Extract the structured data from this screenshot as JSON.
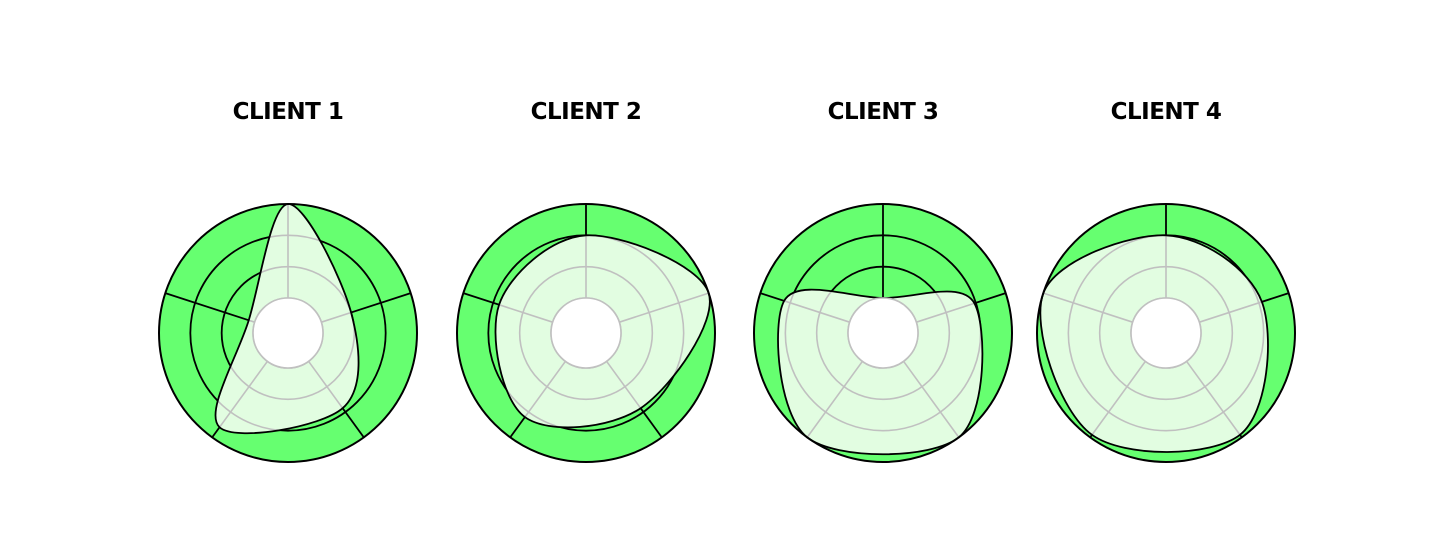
{
  "chart_data": [
    {
      "type": "radar",
      "title": "CLIENT 1",
      "axes": 5,
      "rings": 3,
      "inner_hole": true,
      "values": [
        3,
        1,
        1.85,
        2.6,
        0.2
      ]
    },
    {
      "type": "radar",
      "title": "CLIENT 2",
      "axes": 5,
      "rings": 3,
      "inner_hole": true,
      "values": [
        2,
        3,
        1.85,
        2.2,
        1.8
      ]
    },
    {
      "type": "radar",
      "title": "CLIENT 3",
      "axes": 5,
      "rings": 3,
      "inner_hole": true,
      "values": [
        0,
        1.95,
        3,
        3,
        2.2
      ]
    },
    {
      "type": "radar",
      "title": "CLIENT 4",
      "axes": 5,
      "rings": 3,
      "inner_hole": true,
      "values": [
        2,
        2.1,
        2.9,
        2.9,
        3
      ]
    }
  ],
  "colors": {
    "segment_fill": "#66ff70",
    "area_fill": "#e2fde1",
    "outline": "#000000",
    "grid": "#c0c0c0",
    "hole": "#ffffff"
  }
}
